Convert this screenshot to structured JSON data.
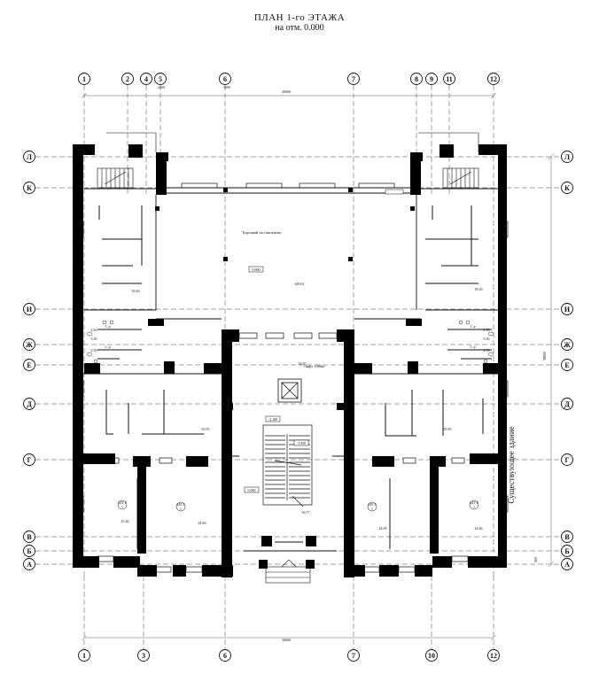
{
  "title": {
    "line1": "ПЛАН 1-го ЭТАЖА",
    "line2": "на отм. 0.000"
  },
  "axes": {
    "vertical_top": [
      "1",
      "2",
      "4",
      "5",
      "6",
      "7",
      "8",
      "9",
      "11",
      "12"
    ],
    "vertical_bottom": [
      "1",
      "3",
      "6",
      "7",
      "10",
      "12"
    ],
    "horizontal": [
      "Л",
      "К",
      "И",
      "Ж",
      "Е",
      "Д",
      "Г",
      "В",
      "Б",
      "А"
    ]
  },
  "labels": {
    "hall": "Торговый зал магазина",
    "lift": "Лифт 1000кг",
    "existing_building": "Существующее здание",
    "wc": "С.у."
  },
  "room_areas": {
    "hall": "269.61",
    "left_hall": "39.26",
    "right_hall": "39.26",
    "corridor_top": "34.50",
    "left_mid": "65.95",
    "right_mid": "65.95",
    "left_bottom_a": "25.46",
    "left_bottom_b": "42.69",
    "stair_hall": "36.77",
    "right_bottom_a": "42.69",
    "right_bottom_b": "24.46",
    "wc1": "2.56",
    "wc2": "3.30",
    "wc3": "2.56",
    "wc4": "2.56",
    "wc5": "3.30",
    "wc6": "2.56"
  },
  "marks": {
    "level_hall": "0.000",
    "level_stair": "0.000",
    "level_landing": "-1.950",
    "level_corridor": "-2.100",
    "room_tag": "БП-Т",
    "room_tag2": "1"
  },
  "dimensions": {
    "overall_top": "30600",
    "overall_bottom": "30600",
    "overall_side": "38600",
    "short_left": "2400",
    "short_right": "3000",
    "small_bottom": "900"
  }
}
